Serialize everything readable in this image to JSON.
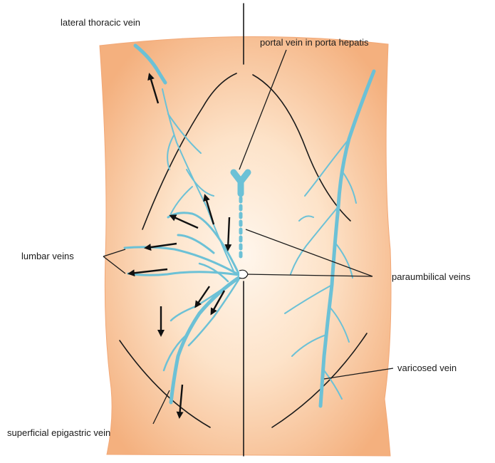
{
  "labels": {
    "lateral_thoracic": "lateral thoracic vein",
    "portal_vein": "portal vein in porta hepatis",
    "lumbar": "lumbar veins",
    "paraumbilical": "paraumbilical veins",
    "varicosed": "varicosed vein",
    "superficial_epigastric": "superficial epigastric vein"
  },
  "colors": {
    "skin_center": "#fff3e6",
    "skin_edge": "#f6b98a",
    "vein": "#6cc1d6",
    "ink": "#1a1a1a"
  }
}
